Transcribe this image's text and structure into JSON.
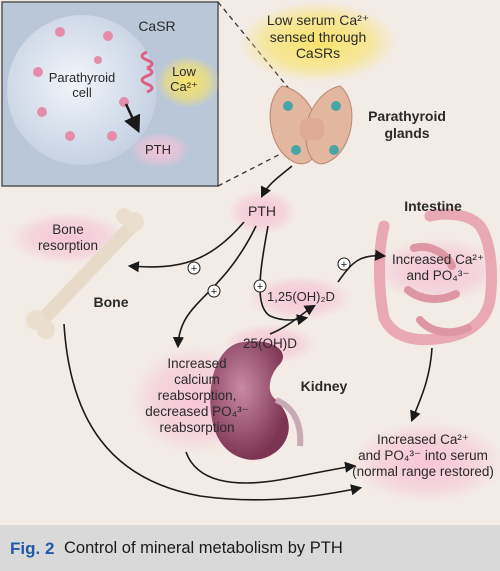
{
  "inset": {
    "cell_label": "Parathyroid\ncell",
    "receptor_label": "CaSR",
    "low_ca_label": "Low\nCa²⁺",
    "pth_label": "PTH"
  },
  "top_note": "Low serum Ca²⁺\nsensed through\nCaSRs",
  "glands_label": "Parathyroid\nglands",
  "pth_center": "PTH",
  "bone_resorption": "Bone\nresorption",
  "bone_label": "Bone",
  "intestine_label": "Intestine",
  "intestine_effect": "Increased Ca²⁺\nand PO₄³⁻",
  "vitd_active": "1,25(OH)₂D",
  "vitd_precursor": "25(OH)D",
  "kidney_label": "Kidney",
  "kidney_effect": "Increased\ncalcium\nreabsorption,\ndecreased PO₄³⁻\nreabsorption",
  "serum_effect": "Increased Ca²⁺\nand PO₄³⁻ into serum\n(normal range restored)",
  "plus_sign": "+",
  "caption_num": "Fig. 2",
  "caption_text": "Control of mineral metabolism by PTH",
  "colors": {
    "background": "#f3ebe5",
    "glow_pink": "#f6c3d6",
    "glow_yellow": "#f7e36a",
    "arrow": "#1a1a1a",
    "caption_bar": "#d9d9d9",
    "caption_accent": "#1e5aa8",
    "inset_bg": "#b9c7d9"
  }
}
